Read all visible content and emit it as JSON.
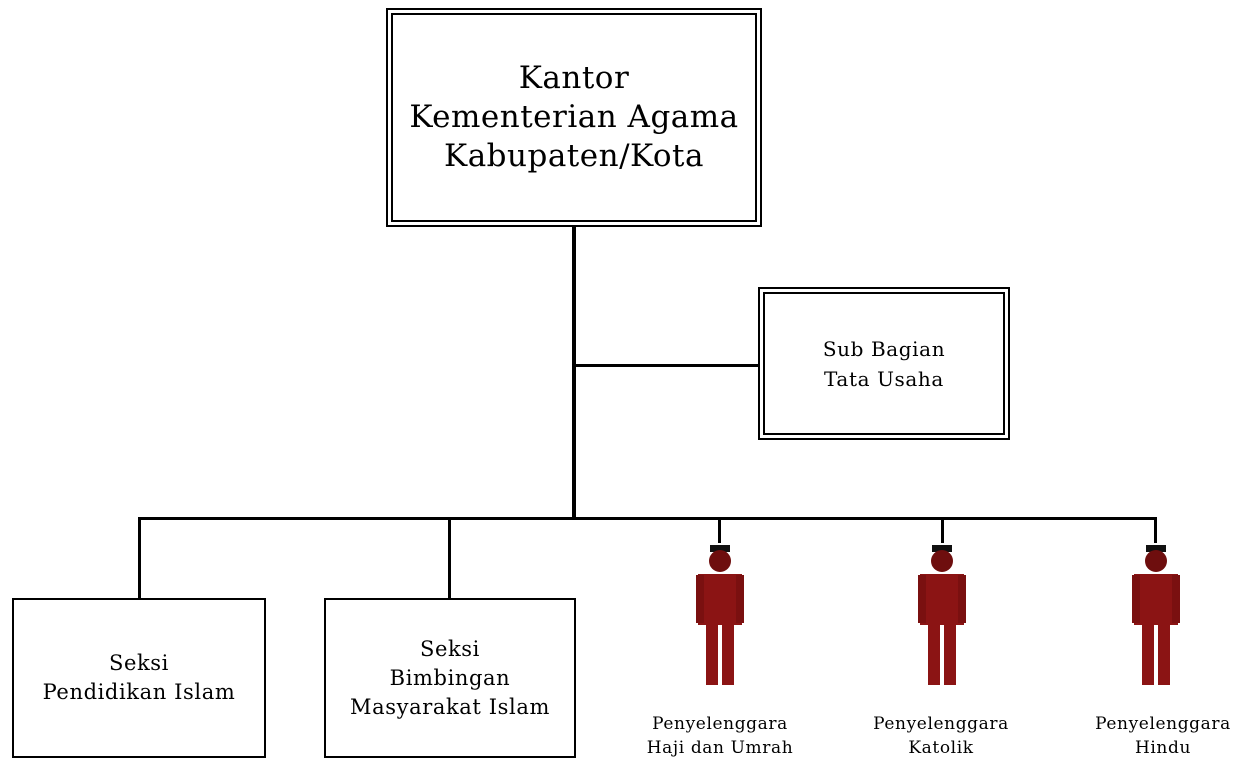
{
  "org_chart": {
    "head": {
      "label": "Kantor\nKementerian Agama\nKabupaten/Kota"
    },
    "staff_unit": {
      "label": "Sub Bagian\nTata Usaha"
    },
    "sections": [
      {
        "label": "Seksi\nPendidikan Islam"
      },
      {
        "label": "Seksi\nBimbingan\nMasyarakat Islam"
      }
    ],
    "organizers": [
      {
        "label": "Penyelenggara\nHaji dan Umrah",
        "icon": "person-icon"
      },
      {
        "label": "Penyelenggara\nKatolik",
        "icon": "person-icon"
      },
      {
        "label": "Penyelenggara\nHindu",
        "icon": "person-icon"
      }
    ],
    "colors": {
      "lines": "#000000",
      "person_body": "#8b1414",
      "person_head": "#6e0e0e",
      "person_cap": "#111111"
    }
  }
}
